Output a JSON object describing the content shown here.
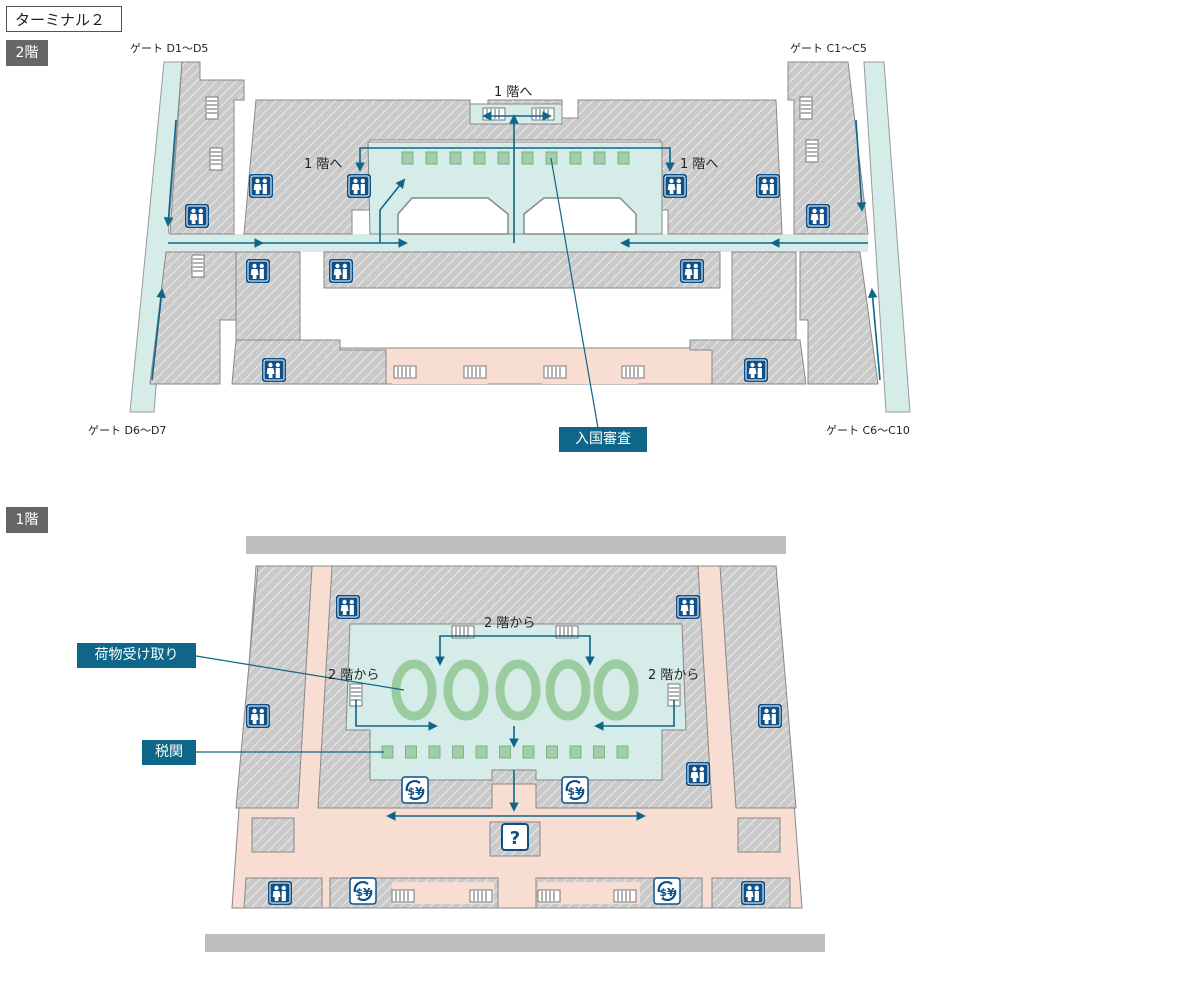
{
  "title": "ターミナル２",
  "floor2": {
    "tag": "2階",
    "gate_tl": "ゲート  D1～D5",
    "gate_tr": "ゲート  C1～C5",
    "gate_bl": "ゲート  D6～D7",
    "gate_br": "ゲート  C6～C10",
    "to1_top": "1 階へ",
    "to1_left": "1 階へ",
    "to1_right": "1 階へ",
    "immigration": "入国審査"
  },
  "floor1": {
    "tag": "1階",
    "from2_top": "2 階から",
    "from2_left": "2 階から",
    "from2_right": "2 階から",
    "baggage": "荷物受け取り",
    "customs": "税関"
  },
  "icons": {
    "restroom": "restroom-icon",
    "exchange": "currency-exchange-icon",
    "info": "information-icon",
    "stairs": "escalator-icon"
  },
  "colors": {
    "wall": "#c8c8c8",
    "aisle": "#d6ece8",
    "public": "#f8ddd2",
    "icon_blue": "#0e4f87",
    "arrow": "#0e6688",
    "counter": "#9fcfa8",
    "carousel": "#9bcc9f"
  }
}
